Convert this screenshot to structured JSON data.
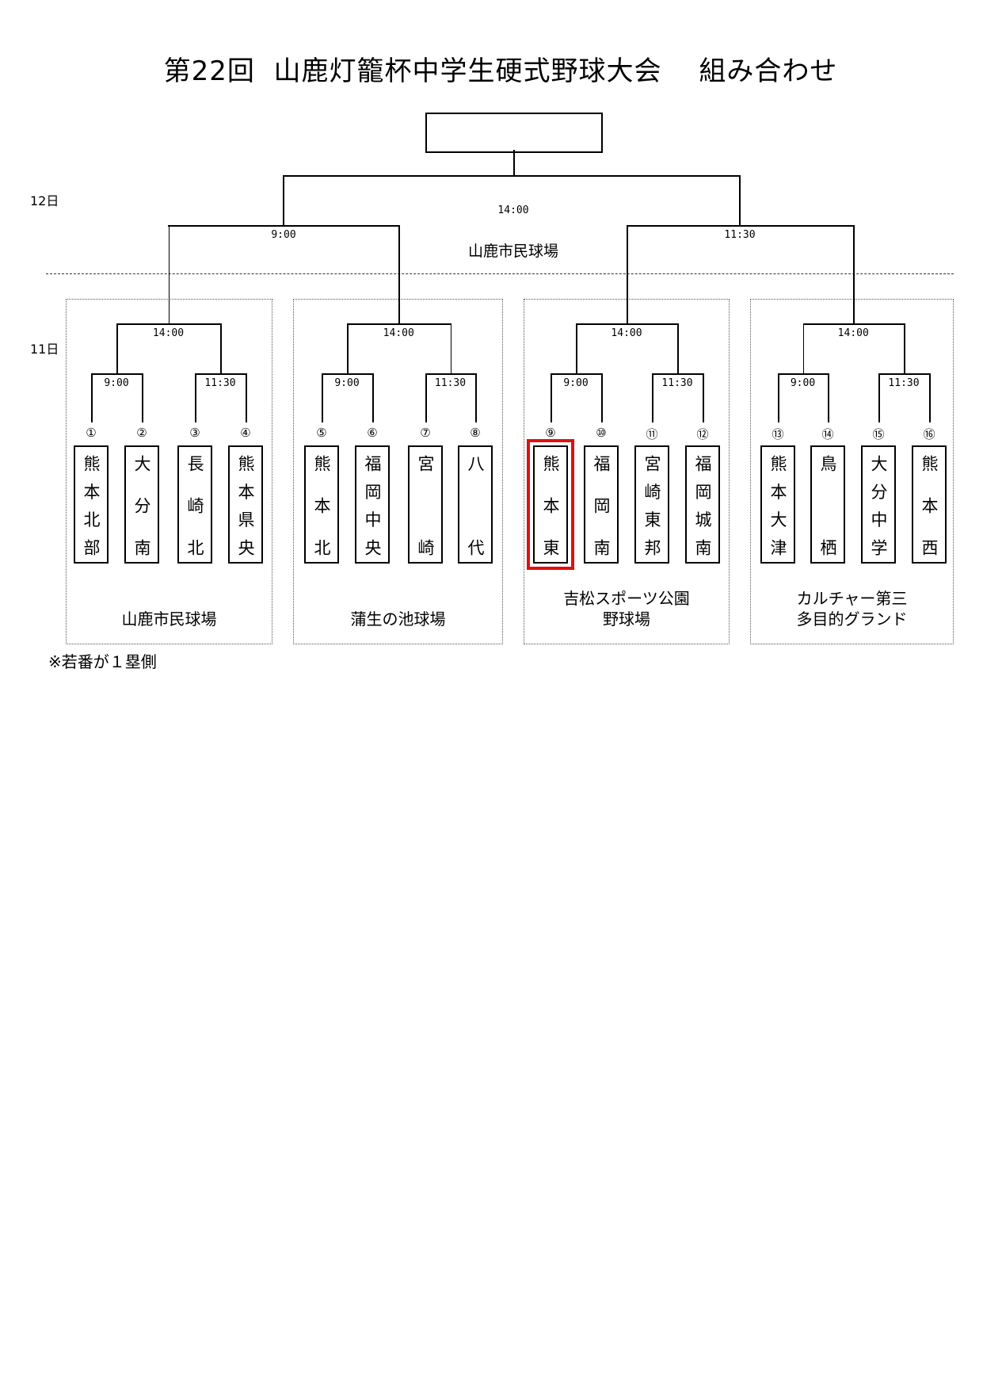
{
  "title": "第22回  山鹿灯籠杯中学生硬式野球大会　 組み合わせ",
  "days": {
    "day2": "12日",
    "day1": "11日"
  },
  "final": {
    "time": "14:00",
    "venue": "山鹿市民球場"
  },
  "semifinals": [
    {
      "time": "9:00"
    },
    {
      "time": "11:30"
    }
  ],
  "highlight_color": "#e01010",
  "blocks": [
    {
      "venue": [
        "山鹿市民球場"
      ],
      "round2_time": "14:00",
      "round1_times": [
        "9:00",
        "11:30"
      ],
      "teams": [
        {
          "no": "①",
          "name": "熊本北部"
        },
        {
          "no": "②",
          "name": "大分南"
        },
        {
          "no": "③",
          "name": "長崎北"
        },
        {
          "no": "④",
          "name": "熊本県央"
        }
      ]
    },
    {
      "venue": [
        "蒲生の池球場"
      ],
      "round2_time": "14:00",
      "round1_times": [
        "9:00",
        "11:30"
      ],
      "teams": [
        {
          "no": "⑤",
          "name": "熊本北"
        },
        {
          "no": "⑥",
          "name": "福岡中央"
        },
        {
          "no": "⑦",
          "name": "宮崎"
        },
        {
          "no": "⑧",
          "name": "八代"
        }
      ]
    },
    {
      "venue": [
        "吉松スポーツ公園",
        "野球場"
      ],
      "round2_time": "14:00",
      "round1_times": [
        "9:00",
        "11:30"
      ],
      "teams": [
        {
          "no": "⑨",
          "name": "熊本東",
          "highlighted": true
        },
        {
          "no": "⑩",
          "name": "福岡南"
        },
        {
          "no": "⑪",
          "name": "宮崎東邦"
        },
        {
          "no": "⑫",
          "name": "福岡城南"
        }
      ]
    },
    {
      "venue": [
        "カルチャー第三",
        "多目的グランド"
      ],
      "round2_time": "14:00",
      "round1_times": [
        "9:00",
        "11:30"
      ],
      "teams": [
        {
          "no": "⑬",
          "name": "熊本大津"
        },
        {
          "no": "⑭",
          "name": "鳥栖"
        },
        {
          "no": "⑮",
          "name": "大分中学"
        },
        {
          "no": "⑯",
          "name": "熊本西"
        }
      ]
    }
  ],
  "note": "※若番が１塁側"
}
